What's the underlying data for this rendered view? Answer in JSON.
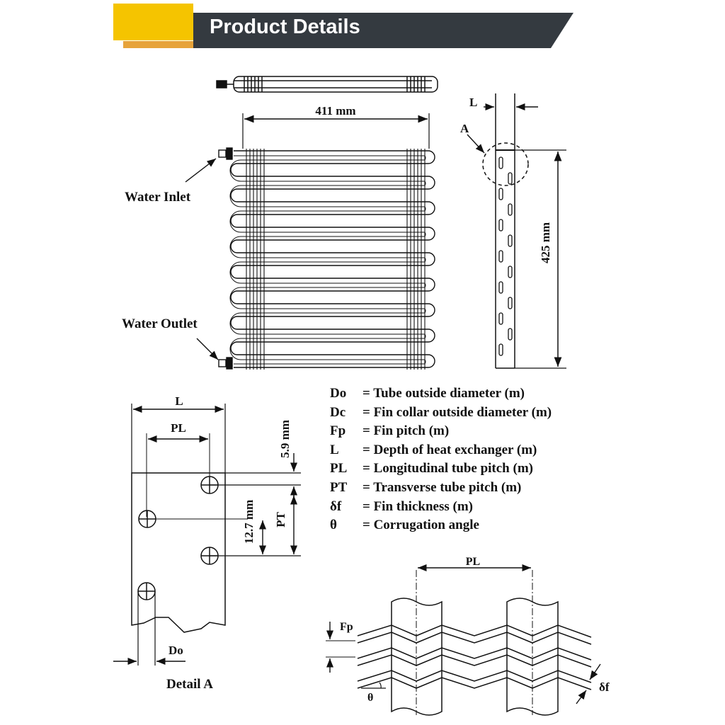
{
  "header": {
    "title": "Product Details",
    "accent_color": "#f5c400",
    "bar_color": "#343a40"
  },
  "top_view": {
    "width_label": "411 mm",
    "inlet_label": "Water Inlet",
    "outlet_label": "Water Outlet"
  },
  "side_view": {
    "depth_label": "L",
    "detail_marker": "A",
    "height_label": "425 mm"
  },
  "detail_a": {
    "caption": "Detail A",
    "depth_label": "L",
    "pl_label": "PL",
    "pt_label": "PT",
    "offset_label": "5.9 mm",
    "pitch_label": "12.7 mm",
    "diameter_label": "Do"
  },
  "legend": [
    {
      "symbol": "Do",
      "text": "= Tube outside diameter (m)"
    },
    {
      "symbol": "Dc",
      "text": "= Fin collar outside diameter (m)"
    },
    {
      "symbol": "Fp",
      "text": "= Fin pitch (m)"
    },
    {
      "symbol": "L",
      "text": "= Depth of heat exchanger (m)"
    },
    {
      "symbol": "PL",
      "text": "= Longitudinal tube pitch (m)"
    },
    {
      "symbol": "PT",
      "text": "= Transverse tube pitch (m)"
    },
    {
      "symbol": "δf",
      "text": "= Fin thickness (m)"
    },
    {
      "symbol": "θ",
      "text": "= Corrugation angle"
    }
  ],
  "fin_detail": {
    "pl_label": "PL",
    "fp_label": "Fp",
    "thickness_label": "δf",
    "angle_label": "θ"
  }
}
